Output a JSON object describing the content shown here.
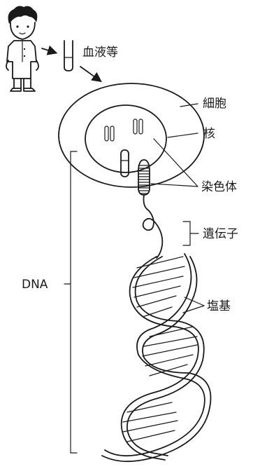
{
  "labels": {
    "blood": "血液等",
    "cell": "細胞",
    "nucleus": "核",
    "chromosome": "染色体",
    "gene": "遺伝子",
    "base": "塩基",
    "dna": "DNA"
  },
  "colors": {
    "ink": "#1a1a1a",
    "background": "#ffffff"
  }
}
